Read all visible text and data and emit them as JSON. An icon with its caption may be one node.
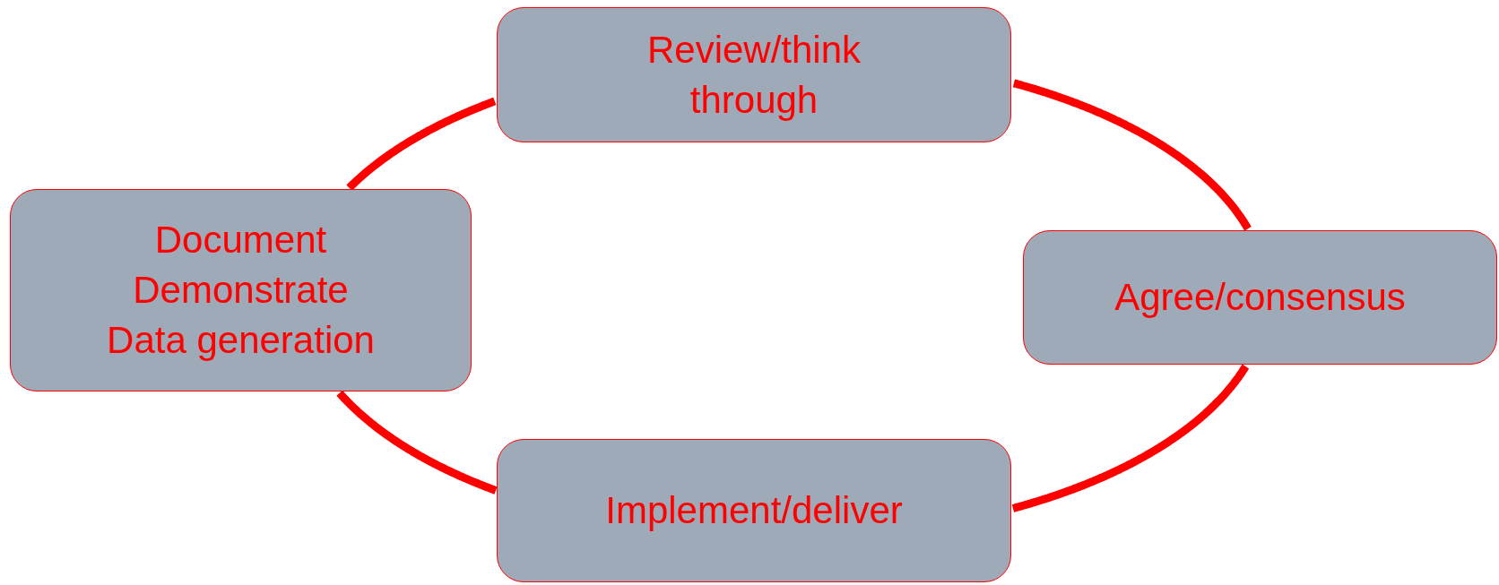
{
  "diagram": {
    "nodes": [
      {
        "text": [
          "Review/think through"
        ]
      },
      {
        "text": [
          "Document Demonstrate Data generation"
        ]
      },
      {
        "text": [
          "Agree/consensus"
        ]
      },
      {
        "text": [
          "Implement/deliver"
        ]
      }
    ],
    "edges": [
      {
        "from": 1,
        "to": 0,
        "arrow": "none"
      },
      {
        "from": 0,
        "to": 2,
        "arrow": "none"
      },
      {
        "from": 2,
        "to": 3,
        "arrow": "none"
      },
      {
        "from": 3,
        "to": 1,
        "arrow": "none"
      }
    ]
  }
}
